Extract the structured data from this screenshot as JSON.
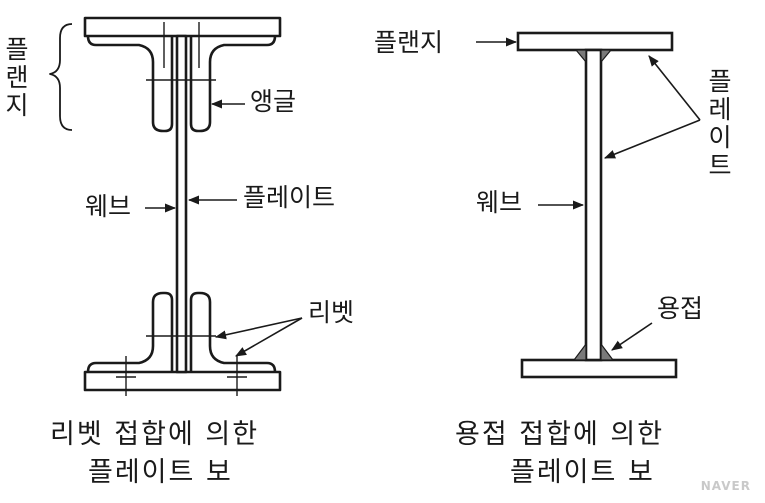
{
  "left": {
    "flange_label": "플랜지",
    "angle_label": "앵글",
    "web_label": "웨브",
    "plate_label": "플레이트",
    "rivet_label": "리벳",
    "caption_line1": "리벳 접합에 의한",
    "caption_line2": "플레이트 보"
  },
  "right": {
    "flange_label": "플랜지",
    "plate_label": "플레이트",
    "web_label": "웨브",
    "weld_label": "용접",
    "caption_line1": "용접 접합에 의한",
    "caption_line2": "플레이트 보"
  },
  "watermark": "NAVER",
  "colors": {
    "ink": "#1a1a1a",
    "weld_fill": "#7a7a7a",
    "background": "#ffffff"
  }
}
